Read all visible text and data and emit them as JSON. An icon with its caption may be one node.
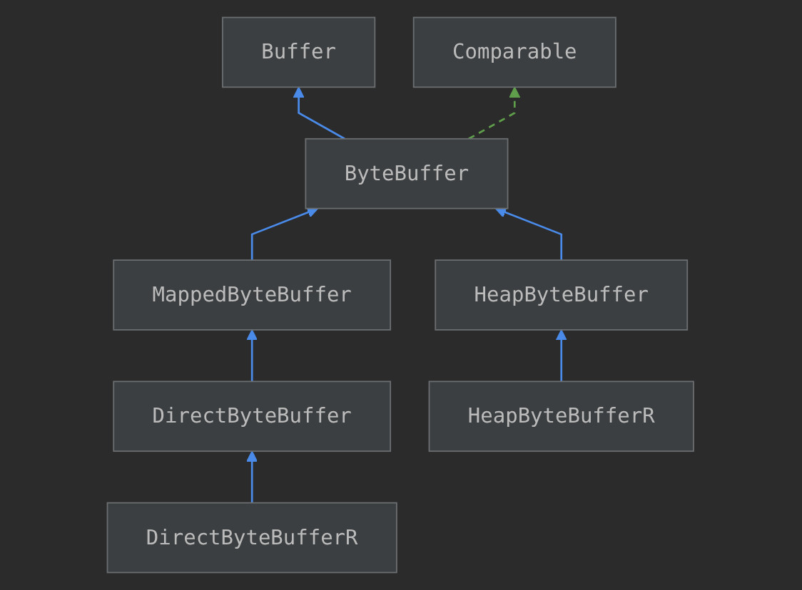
{
  "diagram": {
    "nodes": [
      {
        "text": [
          "Buffer"
        ]
      },
      {
        "text": [
          "Comparable"
        ]
      },
      {
        "text": [
          "ByteBuffer"
        ]
      },
      {
        "text": [
          "MappedByteBuffer"
        ]
      },
      {
        "text": [
          "HeapByteBuffer"
        ]
      },
      {
        "text": [
          "DirectByteBuffer"
        ]
      },
      {
        "text": [
          "HeapByteBufferR"
        ]
      },
      {
        "text": [
          "DirectByteBufferR"
        ]
      }
    ],
    "edges": [
      {
        "from": 2,
        "to": 0,
        "arrow": "to"
      },
      {
        "from": 2,
        "to": 1,
        "arrow": "to",
        "style": "dashed",
        "color": "#5f9e4b"
      },
      {
        "from": 3,
        "to": 2,
        "arrow": "to"
      },
      {
        "from": 4,
        "to": 2,
        "arrow": "to"
      },
      {
        "from": 5,
        "to": 3,
        "arrow": "to"
      },
      {
        "from": 6,
        "to": 4,
        "arrow": "to"
      },
      {
        "from": 7,
        "to": 5,
        "arrow": "to"
      }
    ]
  }
}
